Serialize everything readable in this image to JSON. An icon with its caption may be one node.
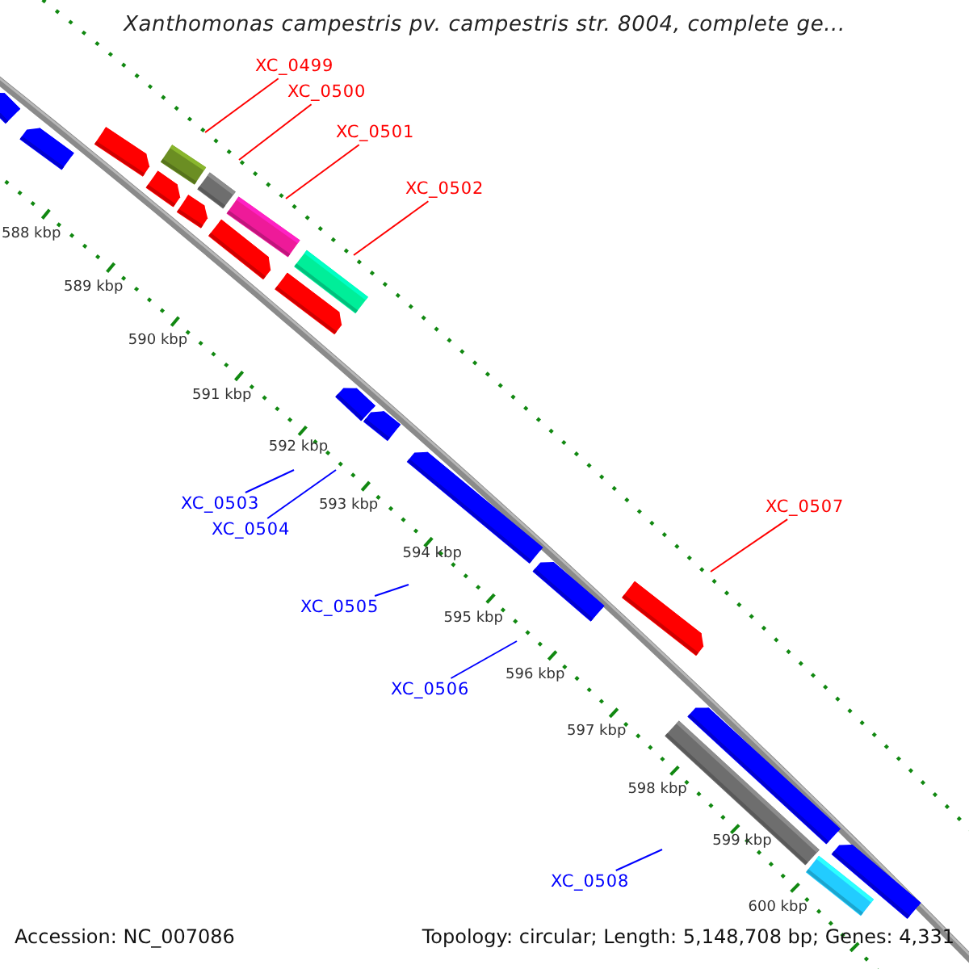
{
  "diagram": {
    "title": "Xanthomonas campestris pv. campestris str. 8004, complete ge...",
    "nodes": [
      {
        "text": [
          "XC_0499"
        ]
      },
      {
        "text": [
          "XC_0500"
        ]
      },
      {
        "text": [
          "XC_0501"
        ]
      },
      {
        "text": [
          "XC_0502"
        ]
      },
      {
        "text": [
          "XC_0503"
        ]
      },
      {
        "text": [
          "XC_0504"
        ]
      },
      {
        "text": [
          "XC_0505"
        ]
      },
      {
        "text": [
          "XC_0506"
        ]
      },
      {
        "text": [
          "XC_0507"
        ]
      },
      {
        "text": [
          "XC_0508"
        ]
      }
    ],
    "edges": [
      {
        "from": 0,
        "to": null,
        "arrow": "none"
      },
      {
        "from": 1,
        "to": null,
        "arrow": "none"
      },
      {
        "from": 2,
        "to": null,
        "arrow": "none"
      },
      {
        "from": 3,
        "to": null,
        "arrow": "none"
      },
      {
        "from": 4,
        "to": null,
        "arrow": "none",
        "color": "#0000ff"
      },
      {
        "from": 5,
        "to": null,
        "arrow": "none",
        "color": "#0000ff"
      },
      {
        "from": 6,
        "to": null,
        "arrow": "none",
        "color": "#0000ff"
      },
      {
        "from": 7,
        "to": null,
        "arrow": "none",
        "color": "#0000ff"
      },
      {
        "from": 8,
        "to": null,
        "arrow": "none"
      },
      {
        "from": 9,
        "to": null,
        "arrow": "none",
        "color": "#0000ff"
      }
    ],
    "labels": [
      "588 kbp",
      "589 kbp",
      "590 kbp",
      "591 kbp",
      "592 kbp",
      "593 kbp",
      "594 kbp",
      "595 kbp",
      "596 kbp",
      "597 kbp",
      "598 kbp",
      "599 kbp",
      "600 kbp",
      "Accession: NC_007086",
      "Topology: circular; Length: 5,148,708 bp; Genes: 4,331"
    ]
  }
}
